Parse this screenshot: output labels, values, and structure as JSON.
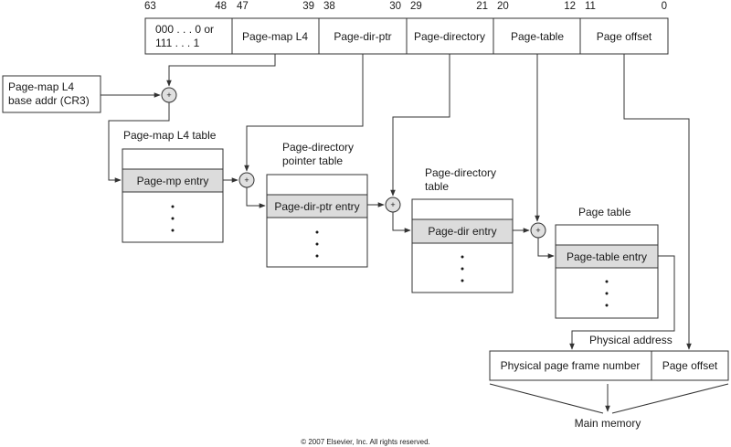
{
  "bit_numbers": [
    "63",
    "48",
    "47",
    "39",
    "38",
    "30",
    "29",
    "21",
    "20",
    "12",
    "11",
    "0"
  ],
  "address_fields": {
    "sign_extension": [
      "000 . . . 0 or",
      "111 . . . 1"
    ],
    "page_map_l4": "Page-map L4",
    "page_dir_ptr": "Page-dir-ptr",
    "page_directory": "Page-directory",
    "page_table": "Page-table",
    "page_offset": "Page offset"
  },
  "cr3_box": [
    "Page-map L4",
    "base addr (CR3)"
  ],
  "adder_symbol": "+",
  "tables": {
    "pml4": {
      "title": [
        "Page-map L4 table"
      ],
      "entry": "Page-mp entry"
    },
    "pdpt": {
      "title": [
        "Page-directory",
        "pointer table"
      ],
      "entry": "Page-dir-ptr entry"
    },
    "pd": {
      "title": [
        "Page-directory",
        "table"
      ],
      "entry": "Page-dir entry"
    },
    "pt": {
      "title": [
        "Page table"
      ],
      "entry": "Page-table entry"
    }
  },
  "physical_address": {
    "label": "Physical address",
    "frame": "Physical page frame number",
    "offset": "Page offset"
  },
  "main_memory": "Main memory",
  "copyright": "© 2007 Elsevier, Inc. All rights reserved."
}
